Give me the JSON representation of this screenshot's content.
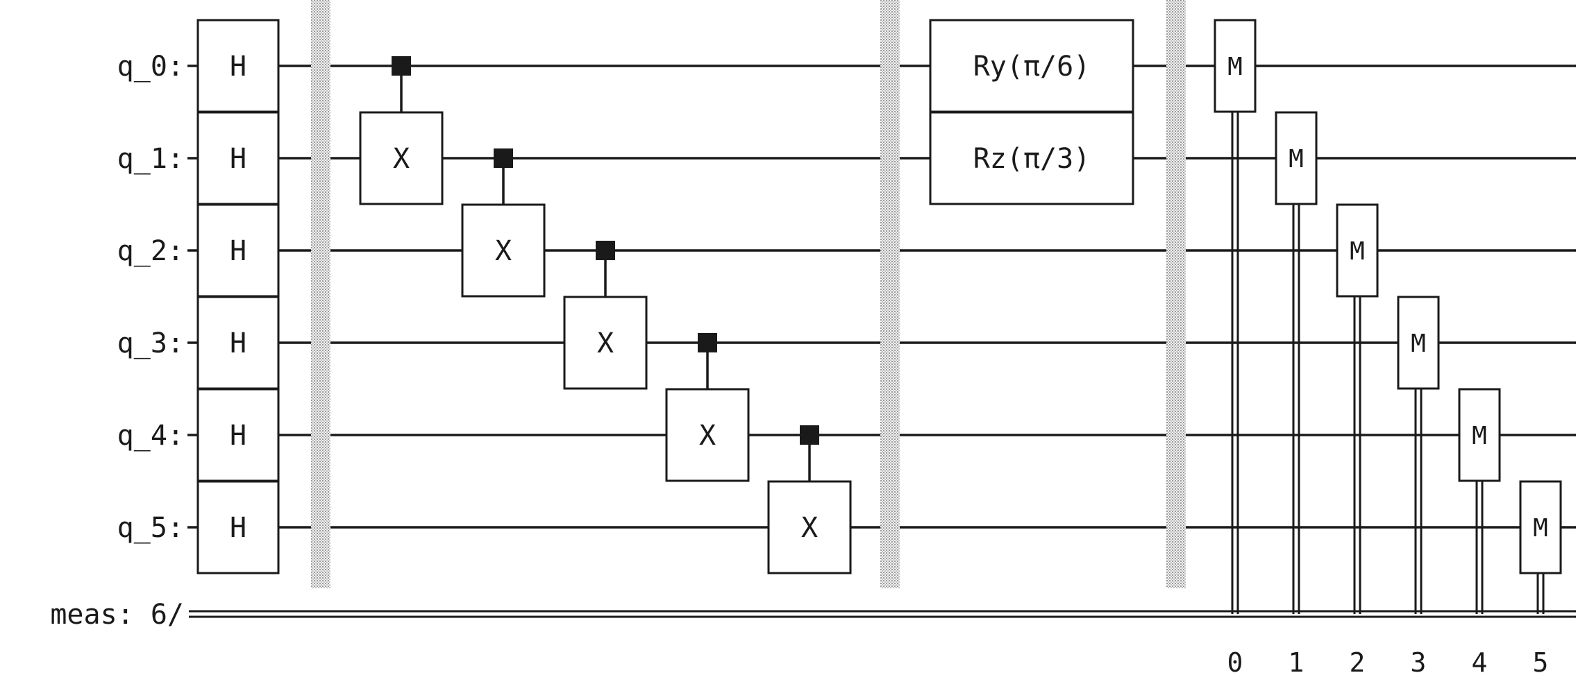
{
  "qubits": [
    "q_0:",
    "q_1:",
    "q_2:",
    "q_3:",
    "q_4:",
    "q_5:"
  ],
  "classical_register": {
    "label": "meas: 6/"
  },
  "h_gates": [
    "H",
    "H",
    "H",
    "H",
    "H",
    "H"
  ],
  "cnot_chain": [
    {
      "control": 0,
      "target": 1,
      "label": "X"
    },
    {
      "control": 1,
      "target": 2,
      "label": "X"
    },
    {
      "control": 2,
      "target": 3,
      "label": "X"
    },
    {
      "control": 3,
      "target": 4,
      "label": "X"
    },
    {
      "control": 4,
      "target": 5,
      "label": "X"
    }
  ],
  "rotation_gates": [
    {
      "qubit": 0,
      "label": "Ry(π/6)"
    },
    {
      "qubit": 1,
      "label": "Rz(π/3)"
    }
  ],
  "measurements": [
    {
      "qubit": 0,
      "label": "M",
      "bit": "0"
    },
    {
      "qubit": 1,
      "label": "M",
      "bit": "1"
    },
    {
      "qubit": 2,
      "label": "M",
      "bit": "2"
    },
    {
      "qubit": 3,
      "label": "M",
      "bit": "3"
    },
    {
      "qubit": 4,
      "label": "M",
      "bit": "4"
    },
    {
      "qubit": 5,
      "label": "M",
      "bit": "5"
    }
  ],
  "barriers": 3
}
